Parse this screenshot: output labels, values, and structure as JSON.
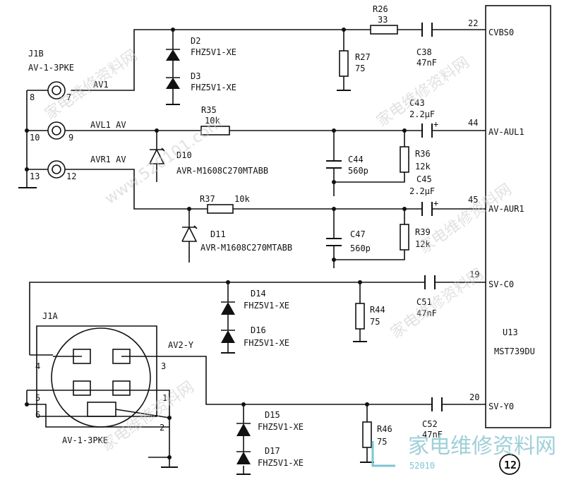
{
  "ic": {
    "designator": "U13",
    "part": "MST739DU",
    "circle_number": "12",
    "pins": [
      {
        "num": "22",
        "name": "CVBS0"
      },
      {
        "num": "44",
        "name": "AV-AUL1"
      },
      {
        "num": "45",
        "name": "AV-AUR1"
      },
      {
        "num": "19",
        "name": "SV-C0"
      },
      {
        "num": "20",
        "name": "SV-Y0"
      }
    ]
  },
  "connectors": {
    "j1b": {
      "ref": "J1B",
      "part": "AV-1-3PKE",
      "pins": [
        "8",
        "7",
        "10",
        "9",
        "13",
        "12"
      ]
    },
    "j1a": {
      "ref": "J1A",
      "part": "AV-1-3PKE",
      "pins": [
        "4",
        "3",
        "5",
        "1",
        "6",
        "2"
      ]
    }
  },
  "nets": {
    "av1": "AV1",
    "avl1": "AVL1 AV",
    "avr1": "AVR1 AV",
    "av2y": "AV2-Y"
  },
  "components": {
    "d2": {
      "ref": "D2",
      "value": "FHZ5V1-XE"
    },
    "d3": {
      "ref": "D3",
      "value": "FHZ5V1-XE"
    },
    "r26": {
      "ref": "R26",
      "value": "33"
    },
    "c38": {
      "ref": "C38",
      "value": "47nF"
    },
    "r27": {
      "ref": "R27",
      "value": "75"
    },
    "r35": {
      "ref": "R35",
      "value": "10k"
    },
    "d10": {
      "ref": "D10",
      "value": "AVR-M1608C270MTABB"
    },
    "c43": {
      "ref": "C43",
      "value": "2.2μF"
    },
    "c44": {
      "ref": "C44",
      "value": "560p"
    },
    "r36": {
      "ref": "R36",
      "value": "12k"
    },
    "r37": {
      "ref": "R37",
      "value": "10k"
    },
    "d11": {
      "ref": "D11",
      "value": "AVR-M1608C270MTABB"
    },
    "c45": {
      "ref": "C45",
      "value": "2.2μF"
    },
    "c47": {
      "ref": "C47",
      "value": "560p"
    },
    "r39": {
      "ref": "R39",
      "value": "12k"
    },
    "d14": {
      "ref": "D14",
      "value": "FHZ5V1-XE"
    },
    "d16": {
      "ref": "D16",
      "value": "FHZ5V1-XE"
    },
    "r44": {
      "ref": "R44",
      "value": "75"
    },
    "c51": {
      "ref": "C51",
      "value": "47nF"
    },
    "d15": {
      "ref": "D15",
      "value": "FHZ5V1-XE"
    },
    "d17": {
      "ref": "D17",
      "value": "FHZ5V1-XE"
    },
    "r46": {
      "ref": "R46",
      "value": "75"
    },
    "c52": {
      "ref": "C52",
      "value": "47nF"
    }
  },
  "polarity_plus": "+",
  "watermark": {
    "text": "家电维修资料网",
    "url": "www.520101.com",
    "site": "52010"
  }
}
